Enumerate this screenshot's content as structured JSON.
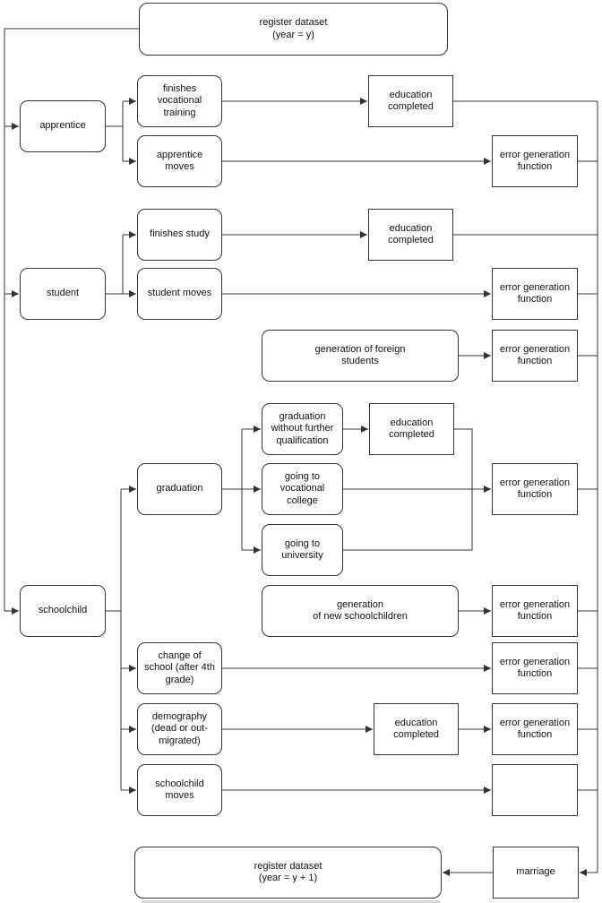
{
  "diagram": {
    "colors": {
      "stroke": "#333333",
      "background": "#ffffff",
      "text": "#111111"
    },
    "nodes": {
      "register_top": {
        "label": "register dataset\n(year = y)"
      },
      "apprentice": {
        "label": "apprentice"
      },
      "finishes_vocational_training": {
        "label": "finishes\nvocational\ntraining"
      },
      "apprentice_moves": {
        "label": "apprentice\nmoves"
      },
      "education_completed_1": {
        "label": "education\ncompleted"
      },
      "error_function_1": {
        "label": "error generation\nfunction"
      },
      "finishes_study": {
        "label": "finishes study"
      },
      "student": {
        "label": "student"
      },
      "student_moves": {
        "label": "student moves"
      },
      "education_completed_2": {
        "label": "education\ncompleted"
      },
      "error_function_2": {
        "label": "error generation\nfunction"
      },
      "generation_foreign_students": {
        "label": "generation of foreign\nstudents"
      },
      "error_function_3": {
        "label": "error generation\nfunction"
      },
      "graduation_without_further_qualification": {
        "label": "graduation\nwithout further\nqualification"
      },
      "education_completed_3": {
        "label": "education\ncompleted"
      },
      "graduation": {
        "label": "graduation"
      },
      "going_to_vocational_college": {
        "label": "going to\nvocational\ncollege"
      },
      "going_to_university": {
        "label": "going to\nuniversity"
      },
      "error_function_4": {
        "label": "error generation\nfunction"
      },
      "schoolchild": {
        "label": "schoolchild"
      },
      "generation_new_schoolchildren": {
        "label": "generation\nof new schoolchildren"
      },
      "error_function_5": {
        "label": "error generation\nfunction"
      },
      "change_of_school": {
        "label": "change of\nschool (after 4th\ngrade)"
      },
      "error_function_6": {
        "label": "error generation\nfunction"
      },
      "demography": {
        "label": "demography\n(dead or out-\nmigrated)"
      },
      "education_completed_4": {
        "label": "education\ncompleted"
      },
      "error_function_7": {
        "label": "error generation\nfunction"
      },
      "schoolchild_moves": {
        "label": "schoolchild\nmoves"
      },
      "register_bottom": {
        "label": "register dataset\n(year = y + 1)"
      },
      "marriage": {
        "label": "marriage"
      }
    }
  }
}
